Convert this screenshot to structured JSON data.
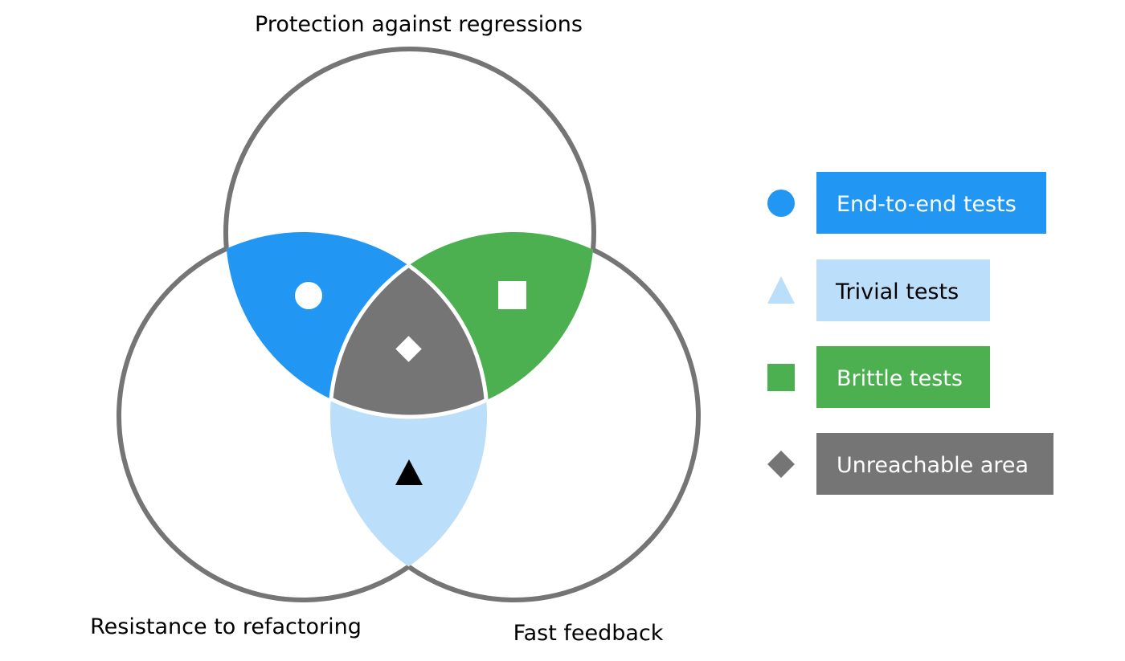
{
  "diagram": {
    "labels": {
      "top": "Protection against regressions",
      "left": "Resistance to refactoring",
      "right": "Fast feedback"
    },
    "colors": {
      "circle_stroke": "#757575",
      "end_to_end": "#2196F3",
      "trivial": "#BBDEFB",
      "brittle": "#4CAF50",
      "unreachable": "#757575",
      "marker_light": "#ffffff",
      "marker_dark": "#000000"
    },
    "regions": [
      {
        "name": "end-to-end",
        "between": [
          "Protection against regressions",
          "Resistance to refactoring"
        ],
        "marker": "circle"
      },
      {
        "name": "brittle",
        "between": [
          "Protection against regressions",
          "Fast feedback"
        ],
        "marker": "square"
      },
      {
        "name": "trivial",
        "between": [
          "Resistance to refactoring",
          "Fast feedback"
        ],
        "marker": "triangle"
      },
      {
        "name": "unreachable",
        "between": [
          "Protection against regressions",
          "Resistance to refactoring",
          "Fast feedback"
        ],
        "marker": "diamond"
      }
    ]
  },
  "legend": {
    "items": [
      {
        "label": "End-to-end tests",
        "icon": "circle-icon",
        "color": "#2196F3",
        "text_color": "#ffffff"
      },
      {
        "label": "Trivial tests",
        "icon": "triangle-icon",
        "color": "#BBDEFB",
        "text_color": "#000000"
      },
      {
        "label": "Brittle tests",
        "icon": "square-icon",
        "color": "#4CAF50",
        "text_color": "#ffffff"
      },
      {
        "label": "Unreachable area",
        "icon": "diamond-icon",
        "color": "#757575",
        "text_color": "#ffffff"
      }
    ]
  }
}
